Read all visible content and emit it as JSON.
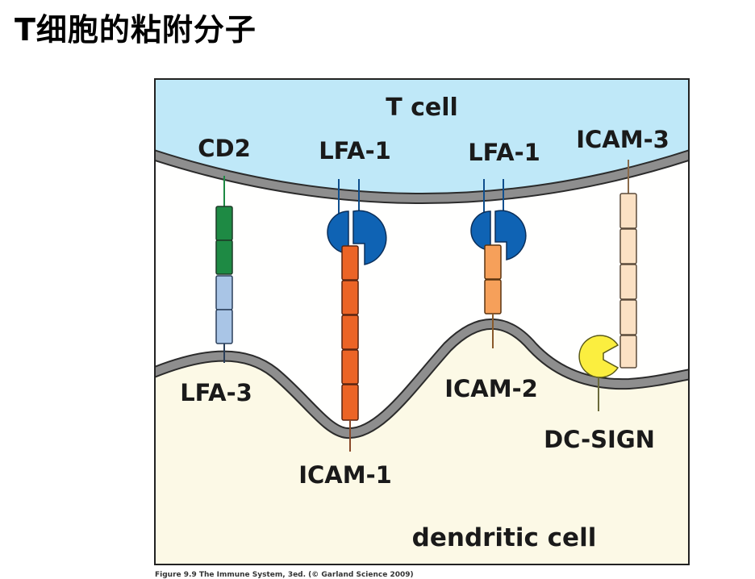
{
  "slide": {
    "title": "T细胞的粘附分子"
  },
  "diagram": {
    "t_cell_label": "T cell",
    "dendritic_cell_label": "dendritic cell",
    "molecules": {
      "cd2": "CD2",
      "lfa1_left": "LFA-1",
      "lfa1_right": "LFA-1",
      "icam3": "ICAM-3",
      "lfa3": "LFA-3",
      "icam1": "ICAM-1",
      "icam2": "ICAM-2",
      "dc_sign": "DC-SIGN"
    },
    "caption": "Figure 9.9 The Immune System, 3ed. (© Garland Science 2009)"
  },
  "colors": {
    "t_cell_fill": "#bfe8f8",
    "extracellular_fill": "#fffffe",
    "dendritic_fill": "#fcf9e6",
    "membrane": "#8e8e8e",
    "cd2_green": "#1e8a44",
    "lfa3_blue": "#a9c5e6",
    "lfa1_blue": "#0f63b4",
    "icam1_orange": "#ec6426",
    "icam2_orange": "#f6a05a",
    "icam3_peach": "#fbe1c4",
    "dc_sign_yellow": "#fbee3f"
  }
}
